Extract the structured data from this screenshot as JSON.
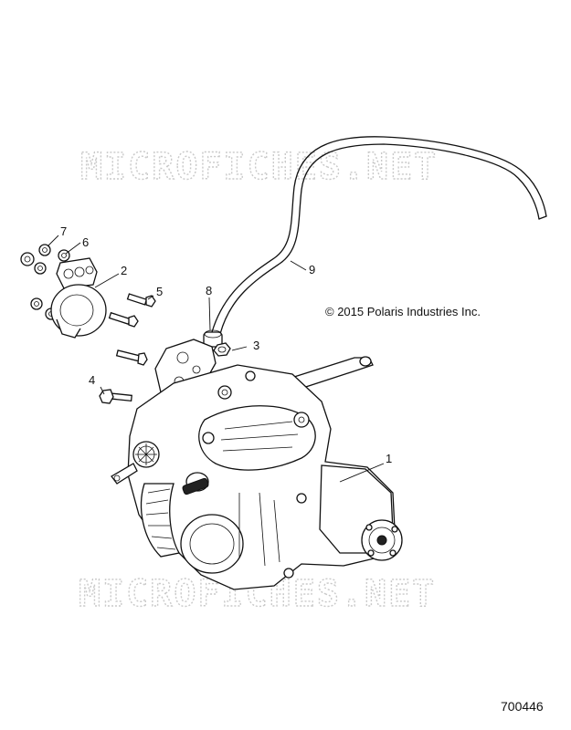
{
  "watermark": {
    "text": "MICROFICHES.NET"
  },
  "copyright": "© 2015 Polaris Industries Inc.",
  "diagram_id": "700446",
  "callouts": [
    {
      "key": "c1",
      "label": "1"
    },
    {
      "key": "c2",
      "label": "2"
    },
    {
      "key": "c3",
      "label": "3"
    },
    {
      "key": "c4",
      "label": "4"
    },
    {
      "key": "c5",
      "label": "5"
    },
    {
      "key": "c6",
      "label": "6"
    },
    {
      "key": "c7",
      "label": "7"
    },
    {
      "key": "c8",
      "label": "8"
    },
    {
      "key": "c9",
      "label": "9"
    }
  ]
}
